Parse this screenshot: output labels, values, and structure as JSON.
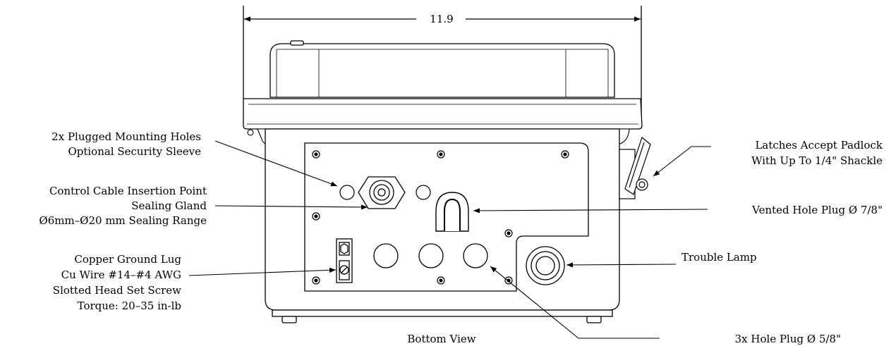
{
  "drawing": {
    "dimension_width": "11.9",
    "view_title": "Bottom View"
  },
  "callouts": {
    "mounting_holes": [
      "2x Plugged Mounting Holes",
      "Optional Security Sleeve"
    ],
    "control_cable": [
      "Control Cable Insertion Point",
      "Sealing Gland",
      "Ø6mm–Ø20 mm Sealing Range"
    ],
    "ground_lug": [
      "Copper Ground Lug",
      "Cu Wire #14–#4 AWG",
      "Slotted Head Set Screw",
      "Torque: 20–35 in-lb"
    ],
    "latches": [
      "Latches Accept Padlock",
      "With Up To 1/4\" Shackle"
    ],
    "vented_plug": [
      "Vented Hole Plug Ø 7/8\""
    ],
    "trouble_lamp": [
      "Trouble Lamp"
    ],
    "hole_plugs": [
      "3x Hole Plug Ø 5/8\""
    ]
  }
}
